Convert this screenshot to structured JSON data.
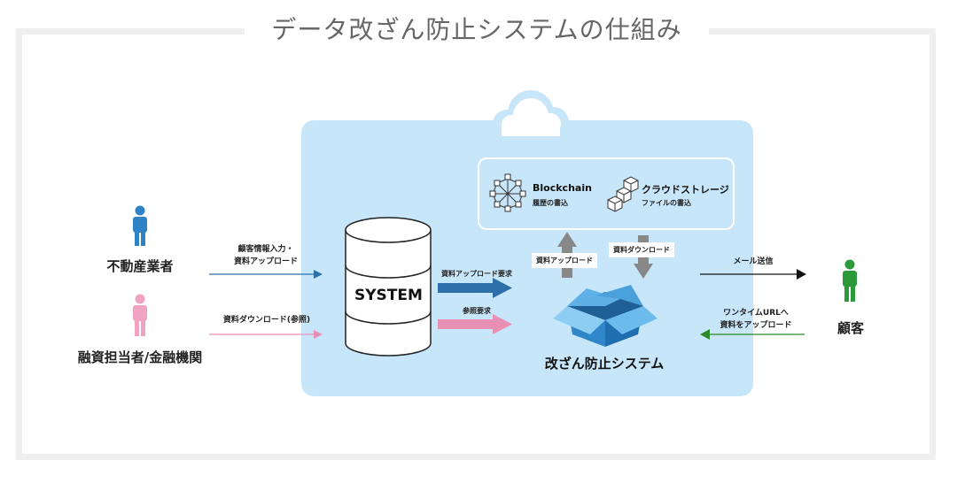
{
  "title": "データ改ざん防止システムの仕組み",
  "actors": {
    "real_estate": "不動産業者",
    "finance": "融資担当者/金融機関",
    "customer": "顧客"
  },
  "flows": {
    "input_line1": "顧客情報入力・",
    "input_line2": "資料アップロード",
    "download_ref": "資料ダウンロード(参照)",
    "upload_request": "資料アップロード要求",
    "ref_request": "参照要求",
    "upload": "資料アップロード",
    "download": "資料ダウンロード",
    "mail": "メール送信",
    "onetime_line1": "ワンタイムURLへ",
    "onetime_line2": "資料をアップロード"
  },
  "system": {
    "label": "SYSTEM"
  },
  "blockchain": {
    "title": "Blockchain",
    "sub": "履歴の書込"
  },
  "storage": {
    "title": "クラウドストレージ",
    "sub": "ファイルの書込"
  },
  "tamper_system": {
    "label": "改ざん防止システム"
  },
  "colors": {
    "panel": "#c8e6fa",
    "blue_arrow": "#2d6fa8",
    "pink_arrow": "#e88fb4",
    "green_arrow": "#2a8a2a",
    "person_blue": "#2f82c4",
    "person_pink": "#f0a3c2",
    "person_green": "#2a9a3a",
    "box_blue": "#2f86c8",
    "grey_arrow": "#888888"
  }
}
